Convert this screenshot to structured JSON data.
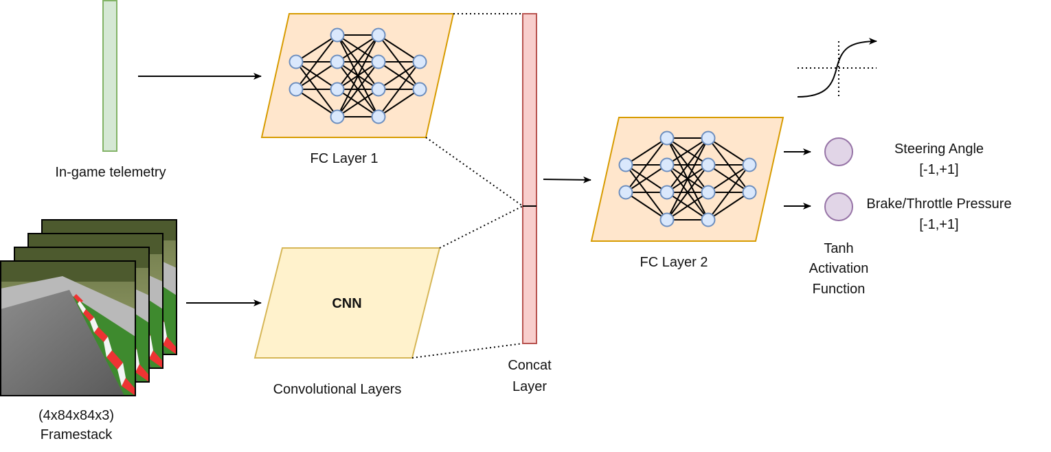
{
  "labels": {
    "telemetry": "In-game telemetry",
    "fc1": "FC Layer 1",
    "cnn": "CNN",
    "conv": "Convolutional Layers",
    "concat_line1": "Concat",
    "concat_line2": "Layer",
    "fc2": "FC Layer 2",
    "framestack_line1": "(4x84x84x3)",
    "framestack_line2": "Framestack",
    "tanh_line1": "Tanh",
    "tanh_line2": "Activation",
    "tanh_line3": "Function"
  },
  "outputs": [
    {
      "name": "Steering Angle",
      "range": "[-1,+1]"
    },
    {
      "name": "Brake/Throttle Pressure",
      "range": "[-1,+1]"
    }
  ],
  "colors": {
    "telemetry_fill": "#d5e8d4",
    "telemetry_stroke": "#82b366",
    "fc_fill": "#ffe6cc",
    "fc_stroke": "#d79b00",
    "cnn_fill": "#fff2cc",
    "cnn_stroke": "#d6b656",
    "concat_fill": "#f8cecc",
    "concat_stroke": "#b85450",
    "neuron_fill": "#dae8fc",
    "neuron_stroke": "#6c8ebf",
    "output_fill": "#e1d5e7",
    "output_stroke": "#9673a6"
  }
}
